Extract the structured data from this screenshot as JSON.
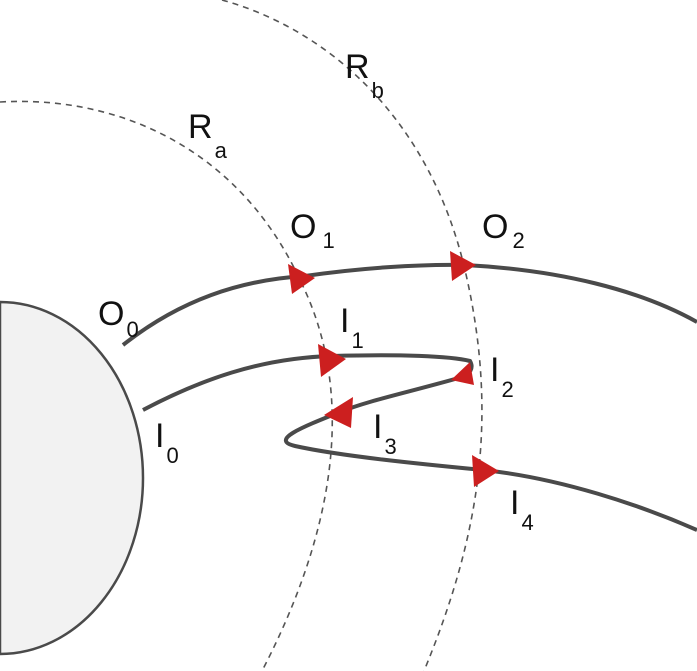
{
  "colors": {
    "background": "#ffffff",
    "body_fill": "#f2f2f2",
    "body_stroke": "#4a4a4a",
    "track": "#4a4a4a",
    "boundary": "#555555",
    "arrow": "#cc1f1f"
  },
  "boundaries": [
    {
      "id": "a",
      "symbol": "R",
      "subscript": "a",
      "style": "dashed"
    },
    {
      "id": "b",
      "symbol": "R",
      "subscript": "b",
      "style": "dashed"
    }
  ],
  "labels": {
    "O0": {
      "symbol": "O",
      "subscript": "0"
    },
    "O1": {
      "symbol": "O",
      "subscript": "1"
    },
    "O2": {
      "symbol": "O",
      "subscript": "2"
    },
    "I0": {
      "symbol": "I",
      "subscript": "0"
    },
    "I1": {
      "symbol": "I",
      "subscript": "1"
    },
    "I2": {
      "symbol": "I",
      "subscript": "2"
    },
    "I3": {
      "symbol": "I",
      "subscript": "3"
    },
    "I4": {
      "symbol": "I",
      "subscript": "4"
    }
  },
  "paths": [
    {
      "id": "outer-path",
      "crossings": [
        "O1",
        "O2"
      ],
      "crossing_directions": [
        "outward",
        "outward"
      ]
    },
    {
      "id": "inner-path",
      "crossings": [
        "I1",
        "I2",
        "I3",
        "I4"
      ],
      "crossing_directions": [
        "outward",
        "inward",
        "inward",
        "outward"
      ]
    }
  ]
}
